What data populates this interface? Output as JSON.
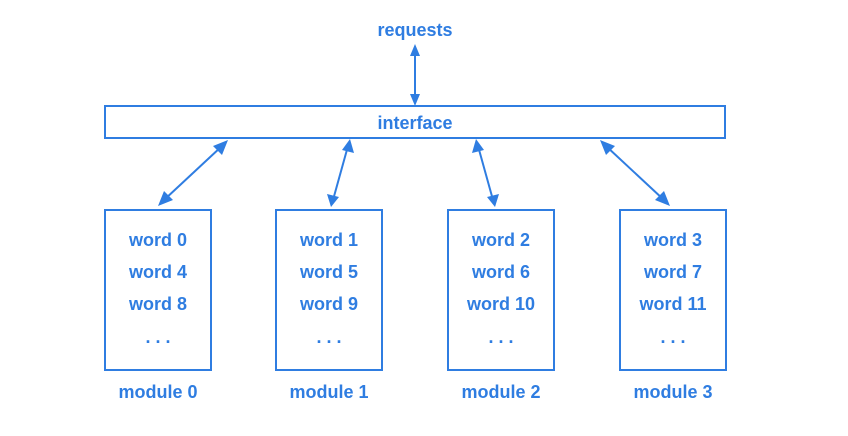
{
  "requests_label": "requests",
  "interface_label": "interface",
  "modules": [
    {
      "name": "module 0",
      "words": [
        "word 0",
        "word 4",
        "word 8"
      ],
      "ellipsis": ". . ."
    },
    {
      "name": "module 1",
      "words": [
        "word 1",
        "word 5",
        "word 9"
      ],
      "ellipsis": ". . ."
    },
    {
      "name": "module 2",
      "words": [
        "word 2",
        "word 6",
        "word 10"
      ],
      "ellipsis": ". . ."
    },
    {
      "name": "module 3",
      "words": [
        "word 3",
        "word 7",
        "word 11"
      ],
      "ellipsis": ". . ."
    }
  ],
  "colors": {
    "accent": "#2f7de1",
    "background": "#ffffff"
  }
}
